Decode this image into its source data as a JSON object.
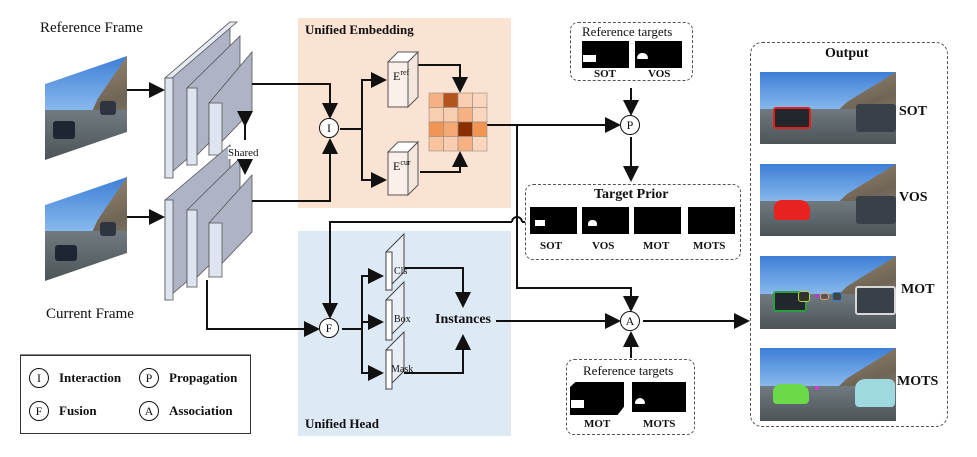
{
  "frames": {
    "reference_label": "Reference Frame",
    "current_label": "Current Frame",
    "shared_label": "Shared"
  },
  "unified_embedding": {
    "title": "Unified Embedding",
    "interaction_symbol": "I",
    "e_ref_base": "E",
    "e_ref_sup": "ref",
    "e_cur_base": "E",
    "e_cur_sup": "cur",
    "correlation_grid": [
      [
        0.3,
        0.8,
        0.15,
        0.1
      ],
      [
        0.15,
        0.15,
        0.3,
        0.1
      ],
      [
        0.45,
        0.35,
        1.0,
        0.45
      ],
      [
        0.2,
        0.15,
        0.3,
        0.1
      ]
    ],
    "grid_color_low": "#fde9dc",
    "grid_color_high": "#8a2e00"
  },
  "reference_targets_top": {
    "title": "Reference targets",
    "items": [
      "SOT",
      "VOS"
    ]
  },
  "propagation_symbol": "P",
  "target_prior": {
    "title": "Target Prior",
    "items": [
      "SOT",
      "VOS",
      "MOT",
      "MOTS"
    ]
  },
  "unified_head": {
    "title": "Unified Head",
    "fusion_symbol": "F",
    "branches": [
      "Cls",
      "Box",
      "Mask"
    ],
    "instances_label": "Instances"
  },
  "association_symbol": "A",
  "reference_targets_bottom": {
    "title": "Reference targets",
    "items": [
      "MOT",
      "MOTS"
    ]
  },
  "output": {
    "title": "Output",
    "items": [
      "SOT",
      "VOS",
      "MOT",
      "MOTS"
    ]
  },
  "legend": {
    "items": [
      {
        "symbol": "I",
        "label": "Interaction"
      },
      {
        "symbol": "P",
        "label": "Propagation"
      },
      {
        "symbol": "F",
        "label": "Fusion"
      },
      {
        "symbol": "A",
        "label": "Association"
      }
    ]
  },
  "colors": {
    "embedding_bg": "#fbe3d4",
    "head_bg": "#dde9f5",
    "sot_box": "#e0201c",
    "vos_mask": "#e8231f",
    "mots_mask_green": "#6cd94a",
    "mots_mask_cyan": "#9fd9e0"
  }
}
